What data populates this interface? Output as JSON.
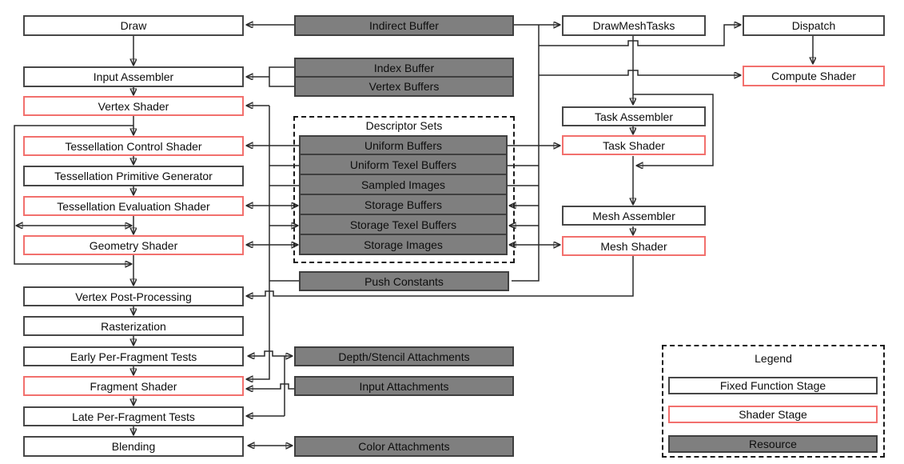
{
  "diagram": {
    "colors": {
      "background": "#ffffff",
      "fixed_function_border": "#474747",
      "shader_stage_border": "#f2706d",
      "resource_fill": "#7f7f7f",
      "resource_border": "#3f3f3f",
      "line": "#2a2a2a"
    },
    "stages": {
      "draw": "Draw",
      "input_assembler": "Input Assembler",
      "vertex_shader": "Vertex Shader",
      "tessellation_control_shader": "Tessellation Control Shader",
      "tessellation_primitive_generator": "Tessellation Primitive Generator",
      "tessellation_evaluation_shader": "Tessellation Evaluation Shader",
      "geometry_shader": "Geometry Shader",
      "vertex_post_processing": "Vertex Post-Processing",
      "rasterization": "Rasterization",
      "early_per_fragment_tests": "Early Per-Fragment Tests",
      "fragment_shader": "Fragment Shader",
      "late_per_fragment_tests": "Late Per-Fragment Tests",
      "blending": "Blending",
      "drawmeshtasks": "DrawMeshTasks",
      "dispatch": "Dispatch",
      "compute_shader": "Compute Shader",
      "task_assembler": "Task Assembler",
      "task_shader": "Task Shader",
      "mesh_assembler": "Mesh Assembler",
      "mesh_shader": "Mesh Shader"
    },
    "resources": {
      "indirect_buffer": "Indirect Buffer",
      "index_buffer": "Index Buffer",
      "vertex_buffers": "Vertex Buffers",
      "push_constants": "Push Constants",
      "depth_stencil_attachments": "Depth/Stencil Attachments",
      "input_attachments": "Input Attachments",
      "color_attachments": "Color Attachments"
    },
    "descriptor_sets": {
      "title": "Descriptor Sets",
      "rows": [
        "Uniform Buffers",
        "Uniform Texel Buffers",
        "Sampled Images",
        "Storage Buffers",
        "Storage Texel Buffers",
        "Storage Images"
      ]
    },
    "legend": {
      "title": "Legend",
      "fixed_function": "Fixed Function Stage",
      "shader_stage": "Shader Stage",
      "resource": "Resource"
    }
  }
}
